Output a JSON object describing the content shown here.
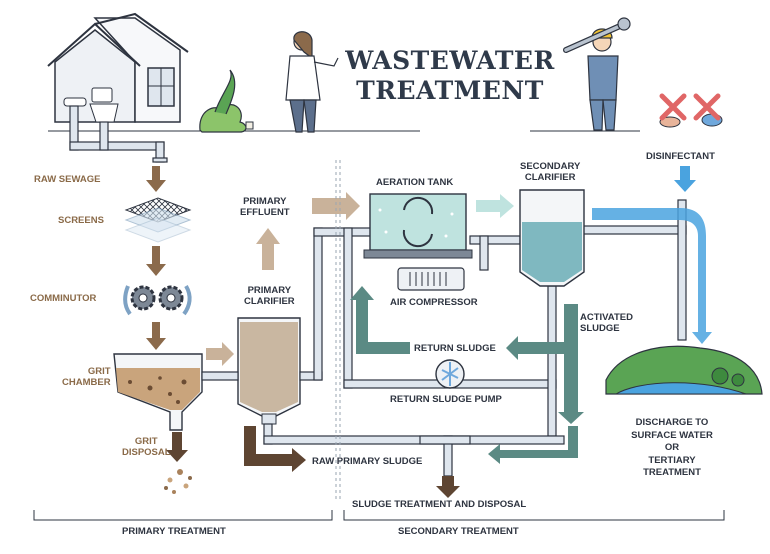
{
  "title": {
    "line1": "WASTEWATER",
    "line2": "TREATMENT"
  },
  "labels": {
    "raw_sewage": "RAW SEWAGE",
    "screens": "SCREENS",
    "comminutor": "COMMINUTOR",
    "grit_chamber_1": "GRIT",
    "grit_chamber_2": "CHAMBER",
    "grit_disposal_1": "GRIT",
    "grit_disposal_2": "DISPOSAL",
    "primary_effluent_1": "PRIMARY",
    "primary_effluent_2": "EFFLUENT",
    "primary_clarifier_1": "PRIMARY",
    "primary_clarifier_2": "CLARIFIER",
    "aeration_tank": "AERATION TANK",
    "air_compressor": "AIR COMPRESSOR",
    "secondary_clarifier_1": "SECONDARY",
    "secondary_clarifier_2": "CLARIFIER",
    "disinfectant": "DISINFECTANT",
    "activated_sludge_1": "ACTIVATED",
    "activated_sludge_2": "SLUDGE",
    "return_sludge": "RETURN SLUDGE",
    "return_sludge_pump": "RETURN SLUDGE PUMP",
    "raw_primary_sludge": "RAW PRIMARY SLUDGE",
    "sludge_treatment": "SLUDGE TREATMENT AND DISPOSAL",
    "discharge_1": "DISCHARGE TO",
    "discharge_2": "SURFACE WATER",
    "discharge_3": "OR",
    "discharge_4": "TERTIARY",
    "discharge_5": "TREATMENT"
  },
  "sections": {
    "primary": "PRIMARY TREATMENT",
    "secondary": "SECONDARY TREATMENT"
  },
  "colors": {
    "pipe": "#dfe6ee",
    "pipe_stroke": "#4a5564",
    "arrow_brown": "#8b6a4b",
    "arrow_teal": "#5b8a84",
    "water_blue": "#4aa3df",
    "tank_teal": "#7fb8c0",
    "grass": "#5aa454",
    "outline": "#2e3440"
  }
}
